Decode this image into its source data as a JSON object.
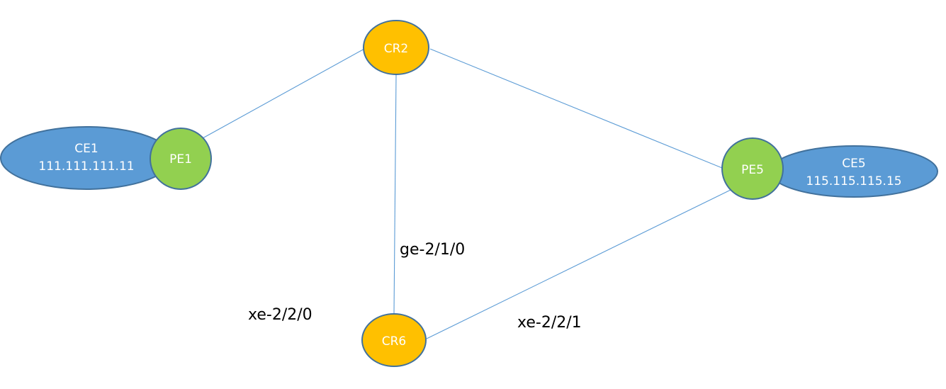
{
  "nodes": {
    "ce1": {
      "name": "CE1",
      "ip": "111.111.111.11"
    },
    "pe1": {
      "name": "PE1"
    },
    "cr2": {
      "name": "CR2"
    },
    "pe5": {
      "name": "PE5"
    },
    "ce5": {
      "name": "CE5",
      "ip": "115.115.115.15"
    },
    "cr6": {
      "name": "CR6"
    }
  },
  "interfaces": {
    "cr2_cr6": "ge-2/1/0",
    "cr6_left": "xe-2/2/0",
    "cr6_pe5": "xe-2/2/1"
  },
  "colors": {
    "ce_fill": "#5b9bd5",
    "pe_fill": "#92d050",
    "cr_fill": "#ffc000",
    "outline": "#41719c",
    "link": "#5b9bd5"
  }
}
